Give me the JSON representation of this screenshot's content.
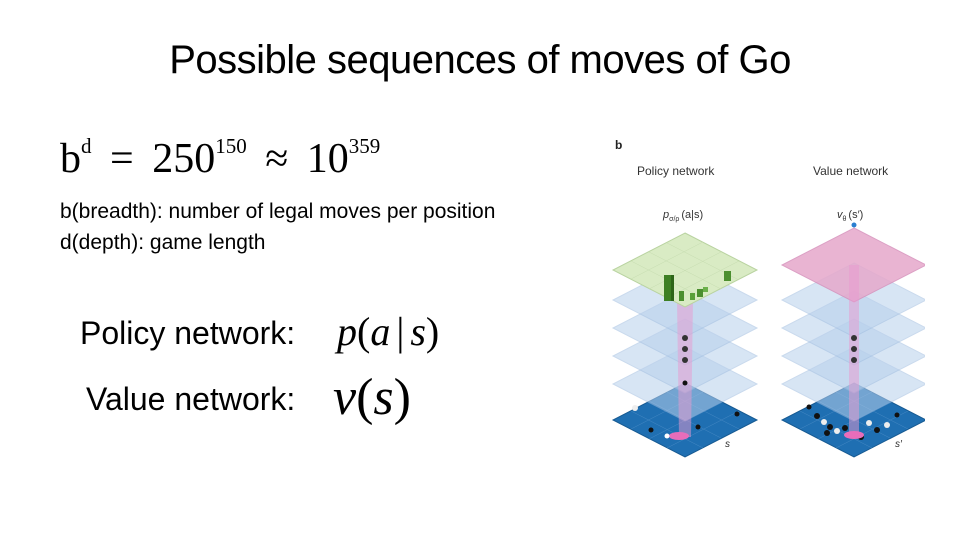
{
  "slide": {
    "title": "Possible sequences of moves of Go",
    "formula": {
      "base": "b",
      "base_exp": "d",
      "eq": "=",
      "mid": "250",
      "mid_exp": "150",
      "approx": "≈",
      "right": "10",
      "right_exp": "359"
    },
    "breadth_line": "b(breadth): number of legal moves per position",
    "depth_line": "d(depth): game length",
    "policy_label": "Policy network:",
    "policy_formula": {
      "p": "p",
      "open": "(",
      "a": "a",
      "bar": "|",
      "s": "s",
      "close": ")"
    },
    "value_label": "Value network:",
    "value_formula": {
      "v": "v",
      "open": "(",
      "s": "s",
      "close": ")"
    }
  },
  "figure": {
    "panel_letter": "b",
    "policy_title": "Policy network",
    "value_title": "Value network",
    "policy_symbol": {
      "p": "p",
      "sub": "σ/ρ",
      "rest": "(a|s)"
    },
    "value_symbol": {
      "v": "v",
      "sub": "θ",
      "rest": "(s′)"
    },
    "policy_state": "s",
    "value_state": "s′",
    "colors": {
      "board": "#1f6fb2",
      "hidden_layer": "#b8d0ec",
      "policy_output": "#d9ebc4",
      "value_output": "#e6a8cb",
      "green_bar": "#4b8f2f",
      "beam": "#e99ad0"
    }
  }
}
